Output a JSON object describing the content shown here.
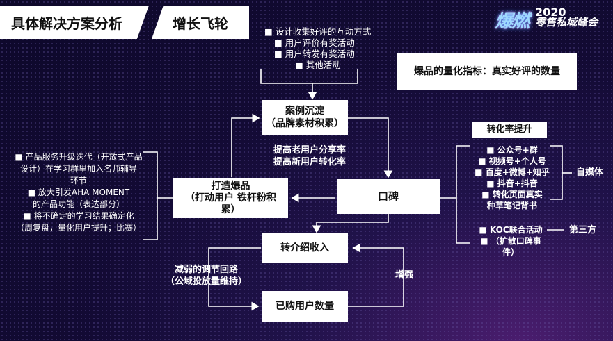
{
  "header": {
    "title": "具体解决方案分析",
    "subtitle": "增长飞轮"
  },
  "brand": {
    "logo_text": "爆燃",
    "year": "2020",
    "name": "零售私域峰会"
  },
  "top_list": [
    "■ 设计收集好评的互动方式",
    "■ 用户评价有奖活动",
    "■ 用户转发有奖活动",
    "■ 其他活动"
  ],
  "metric_box": "爆品的量化指标：真实好评的数量",
  "boxes": {
    "case": "案例沉淀\n（品牌素材积累）",
    "build": "打造爆品\n（打动用户 铁杆粉积\n累）",
    "wom": "口碑",
    "referral": "转介绍收入",
    "buyers": "已购用户数量"
  },
  "labels": {
    "share": "提高老用户分享率",
    "convert": "提高新用户转化率",
    "weaken": "减弱的调节回路",
    "weaken_sub": "（公域投放量维持）",
    "strengthen": "增强",
    "conv_title": "转化率提升",
    "self_media": "自媒体",
    "third_party": "第三方"
  },
  "left_list": [
    "■ 产品服务升级迭代（开放式产品",
    "设计）在学习群里加入名师辅导",
    "环节",
    "■ 放大引发AHA MOMENT",
    "的产品功能（表达部分）",
    "■ 将不确定的学习结果确定化",
    "（周复盘，量化用户提升；比赛）"
  ],
  "right_list": [
    "■ 公众号+群",
    "■ 视频号+个人号",
    "■ 百度+微博+知乎",
    "■ 抖音+抖音",
    "■ 转化页面真实",
    "种草笔记背书"
  ],
  "right_list2": [
    "■ KOC联合活动",
    "■ （扩散口碑事",
    "件）"
  ]
}
